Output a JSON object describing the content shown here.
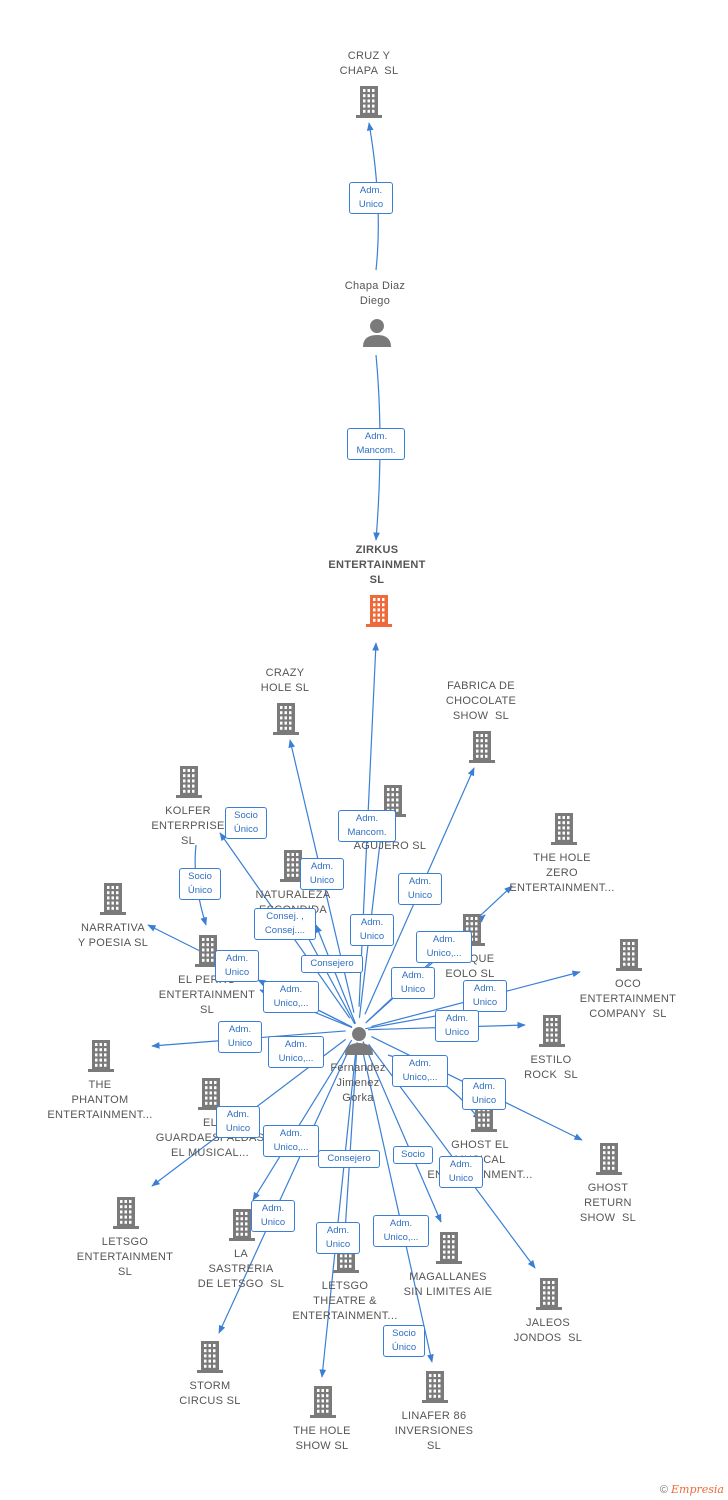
{
  "nodes": {
    "cruz_chapa": "CRUZ Y\nCHAPA  SL",
    "chapa_diaz": "Chapa Diaz\nDiego",
    "zirkus": "ZIRKUS\nENTERTAINMENT\nSL",
    "crazy_hole": "CRAZY\nHOLE SL",
    "fabrica": "FABRICA DE\nCHOCOLATE\nSHOW  SL",
    "kolfer": "KOLFER\nENTERPRISE\nSL",
    "agujero": "AGUJERO SL",
    "the_hole_zero": "THE HOLE\nZERO\nENTERTAINMENT...",
    "narrativa": "NARRATIVA\nY POESIA SL",
    "naturaleza": "NATURALEZA\nESCONDIDA",
    "bosque_eolo": "BOSQUE\nEOLO SL",
    "el_perro": "EL PERRO\nENTERTAINMENT\nSL",
    "oco": "OCO\nENTERTAINMENT\nCOMPANY  SL",
    "phantom": "THE\nPHANTOM\nENTERTAINMENT...",
    "fernandez": "Fernandez\nJimenez\nGorka",
    "estilo_rock": "ESTILO\nROCK  SL",
    "guardaespaldas": "EL\nGUARDAESPALDAS\nEL MUSICAL...",
    "ghost_musical": "GHOST EL\nMUSICAL\nENTERTAINMENT...",
    "ghost_return": "GHOST\nRETURN\nSHOW  SL",
    "letsgo_ent": "LETSGO\nENTERTAINMENT\nSL",
    "sastreria": "LA\nSASTRERIA\nDE LETSGO  SL",
    "letsgo_theatre": "LETSGO\nTHEATRE &\nENTERTAINMENT...",
    "magallanes": "MAGALLANES\nSIN LIMITES AIE",
    "jaleos": "JALEOS\nJONDOS  SL",
    "storm": "STORM\nCIRCUS SL",
    "the_hole_show": "THE HOLE\nSHOW SL",
    "linafer": "LINAFER 86\nINVERSIONES\nSL"
  },
  "relations": {
    "r01": "Adm.\nUnico",
    "r02": "Adm.\nMancom.",
    "r03": "Socio\nÚnico",
    "r04": "Adm.\nMancom.",
    "r05": "Adm.\nUnico",
    "r06": "Adm.\nUnico",
    "r07": "Socio\nÚnico",
    "r08": "Consej. ,\nConsej....",
    "r09": "Adm.\nUnico",
    "r10": "Adm.\nUnico,...",
    "r11": "Consejero",
    "r12": "Adm.\nUnico",
    "r13": "Adm.\nUnico",
    "r14": "Adm.\nUnico,...",
    "r15": "Adm.\nUnico",
    "r16": "Adm.\nUnico",
    "r17": "Adm.\nUnico",
    "r18": "Adm.\nUnico,...",
    "r19": "Adm.\nUnico,...",
    "r20": "Adm.\nUnico",
    "r21": "Adm.\nUnico",
    "r22": "Adm.\nUnico,...",
    "r23": "Consejero",
    "r24": "Socio",
    "r25": "Adm.\nUnico",
    "r26": "Adm.\nUnico",
    "r27": "Adm.\nUnico",
    "r28": "Adm.\nUnico,...",
    "r29": "Socio\nÚnico"
  },
  "footer": {
    "copyright": "©",
    "brand": "Empresia"
  },
  "colors": {
    "edge": "#3a7fd5",
    "icon": "#7a7a7a",
    "focus": "#ef6a3a"
  }
}
